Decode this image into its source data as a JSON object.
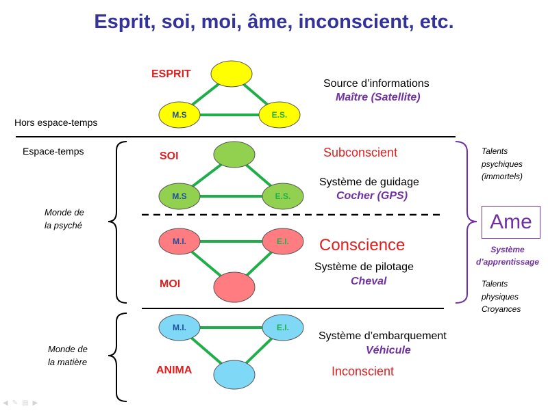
{
  "title": "Esprit, soi, moi, âme, inconscient, etc.",
  "labels": {
    "hors_espace_temps": "Hors espace-temps",
    "espace_temps": "Espace-temps",
    "monde_psyche_1": "Monde de",
    "monde_psyche_2": "la psyché",
    "monde_matiere_1": "Monde de",
    "monde_matiere_2": "la matière"
  },
  "levels": {
    "esprit": {
      "name": "ESPRIT",
      "nodes": {
        "left": "M.S",
        "right": "E.S."
      },
      "desc": "Source d’informations",
      "role": "Maître (Satellite)"
    },
    "soi": {
      "name": "SOI",
      "nodes": {
        "left": "M.S",
        "right": "E.S."
      },
      "state": "Subconscient",
      "desc": "Système de guidage",
      "role": "Cocher (GPS)"
    },
    "moi": {
      "name": "MOI",
      "nodes": {
        "left": "M.I.",
        "right": "E.I."
      },
      "state": "Conscience",
      "desc": "Système de pilotage",
      "role": "Cheval"
    },
    "anima": {
      "name": "ANIMA",
      "nodes": {
        "left": "M.I.",
        "right": "E.I."
      },
      "state": "Inconscient",
      "desc": "Système d’embarquement",
      "role": "Véhicule"
    }
  },
  "ame": {
    "label": "Ame",
    "sub_1": "Système",
    "sub_2": "d’apprentissage"
  },
  "talents_top": [
    "Talents",
    "psychiques",
    "(immortels)"
  ],
  "talents_bottom": [
    "Talents",
    "physiques",
    "Croyances"
  ],
  "colors": {
    "title": "#333399",
    "yellow": "#ffff00",
    "green_fill": "#92d050",
    "pink": "#ff7c80",
    "blue": "#7fd8f5",
    "edge": "#1fae4a",
    "red_text": "#e01f1f",
    "purple": "#7030a0",
    "node_text_blue": "#1f4e9c",
    "node_text_green": "#1fae4a"
  }
}
